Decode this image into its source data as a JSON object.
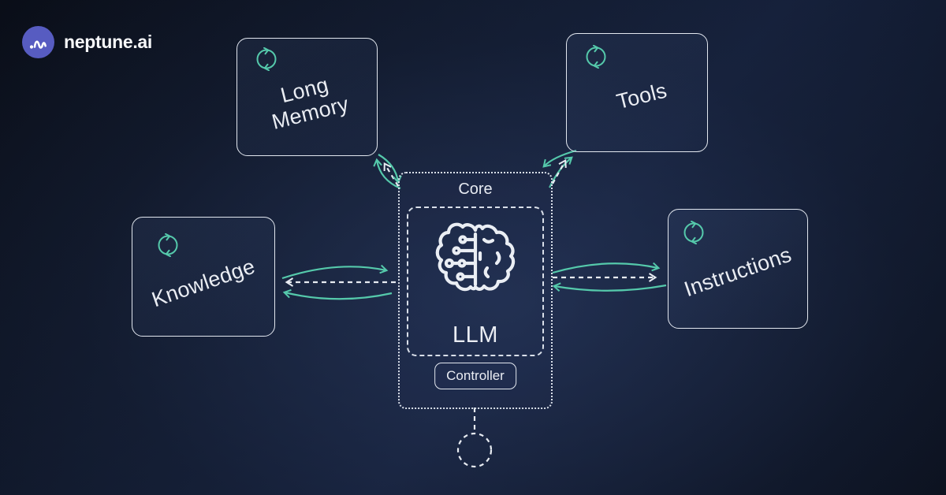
{
  "brand": {
    "name": "neptune.ai"
  },
  "colors": {
    "accent_teal": "#55C9AB",
    "logo_indigo": "#575CC1",
    "line_light": "#E8ECF2",
    "background_navy": "#131B2E"
  },
  "diagram": {
    "core": {
      "title": "Core",
      "llm_label": "LLM",
      "controller_label": "Controller",
      "icon": "brain-circuit-icon"
    },
    "nodes": [
      {
        "id": "long-memory",
        "label": "Long Memory",
        "icon": "refresh-cycle-icon"
      },
      {
        "id": "tools",
        "label": "Tools",
        "icon": "refresh-cycle-icon"
      },
      {
        "id": "knowledge",
        "label": "Knowledge",
        "icon": "refresh-cycle-icon"
      },
      {
        "id": "instructions",
        "label": "Instructions",
        "icon": "refresh-cycle-icon"
      }
    ],
    "connections": [
      {
        "between": [
          "long-memory",
          "core"
        ],
        "lines": [
          "teal-curve-to-memory",
          "white-dashed-to-memory",
          "teal-curve-to-core"
        ]
      },
      {
        "between": [
          "tools",
          "core"
        ],
        "lines": [
          "teal-curve-to-core",
          "white-dashed-to-tools",
          "teal-curve-to-tools"
        ]
      },
      {
        "between": [
          "knowledge",
          "core"
        ],
        "lines": [
          "teal-curve-to-core",
          "white-dashed-to-knowledge",
          "teal-curve-to-knowledge"
        ]
      },
      {
        "between": [
          "instructions",
          "core"
        ],
        "lines": [
          "teal-curve-to-instructions",
          "white-dashed-to-instructions",
          "teal-curve-to-core"
        ]
      },
      {
        "between": [
          "core",
          "terminal-circle"
        ],
        "lines": [
          "white-dashed-line"
        ]
      }
    ]
  }
}
